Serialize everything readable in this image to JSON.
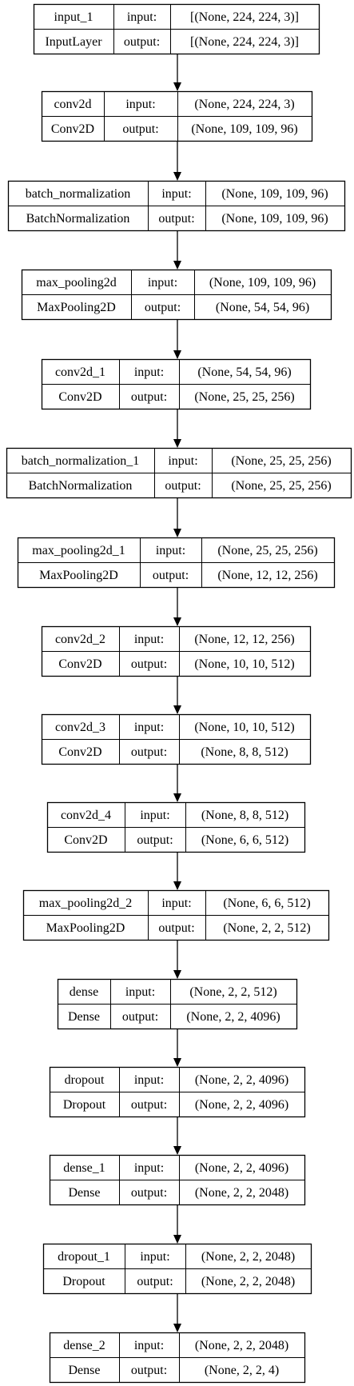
{
  "layers": [
    {
      "name": "input_1",
      "type": "InputLayer",
      "input_label": "input:",
      "output_label": "output:",
      "input": "[(None, 224, 224, 3)]",
      "output": "[(None, 224, 224, 3)]"
    },
    {
      "name": "conv2d",
      "type": "Conv2D",
      "input_label": "input:",
      "output_label": "output:",
      "input": "(None, 224, 224, 3)",
      "output": "(None, 109, 109, 96)"
    },
    {
      "name": "batch_normalization",
      "type": "BatchNormalization",
      "input_label": "input:",
      "output_label": "output:",
      "input": "(None, 109, 109, 96)",
      "output": "(None, 109, 109, 96)"
    },
    {
      "name": "max_pooling2d",
      "type": "MaxPooling2D",
      "input_label": "input:",
      "output_label": "output:",
      "input": "(None, 109, 109, 96)",
      "output": "(None, 54, 54, 96)"
    },
    {
      "name": "conv2d_1",
      "type": "Conv2D",
      "input_label": "input:",
      "output_label": "output:",
      "input": "(None, 54, 54, 96)",
      "output": "(None, 25, 25, 256)"
    },
    {
      "name": "batch_normalization_1",
      "type": "BatchNormalization",
      "input_label": "input:",
      "output_label": "output:",
      "input": "(None, 25, 25, 256)",
      "output": "(None, 25, 25, 256)"
    },
    {
      "name": "max_pooling2d_1",
      "type": "MaxPooling2D",
      "input_label": "input:",
      "output_label": "output:",
      "input": "(None, 25, 25, 256)",
      "output": "(None, 12, 12, 256)"
    },
    {
      "name": "conv2d_2",
      "type": "Conv2D",
      "input_label": "input:",
      "output_label": "output:",
      "input": "(None, 12, 12, 256)",
      "output": "(None, 10, 10, 512)"
    },
    {
      "name": "conv2d_3",
      "type": "Conv2D",
      "input_label": "input:",
      "output_label": "output:",
      "input": "(None, 10, 10, 512)",
      "output": "(None, 8, 8, 512)"
    },
    {
      "name": "conv2d_4",
      "type": "Conv2D",
      "input_label": "input:",
      "output_label": "output:",
      "input": "(None, 8, 8, 512)",
      "output": "(None, 6, 6, 512)"
    },
    {
      "name": "max_pooling2d_2",
      "type": "MaxPooling2D",
      "input_label": "input:",
      "output_label": "output:",
      "input": "(None, 6, 6, 512)",
      "output": "(None, 2, 2, 512)"
    },
    {
      "name": "dense",
      "type": "Dense",
      "input_label": "input:",
      "output_label": "output:",
      "input": "(None, 2, 2, 512)",
      "output": "(None, 2, 2, 4096)"
    },
    {
      "name": "dropout",
      "type": "Dropout",
      "input_label": "input:",
      "output_label": "output:",
      "input": "(None, 2, 2, 4096)",
      "output": "(None, 2, 2, 4096)"
    },
    {
      "name": "dense_1",
      "type": "Dense",
      "input_label": "input:",
      "output_label": "output:",
      "input": "(None, 2, 2, 4096)",
      "output": "(None, 2, 2, 2048)"
    },
    {
      "name": "dropout_1",
      "type": "Dropout",
      "input_label": "input:",
      "output_label": "output:",
      "input": "(None, 2, 2, 2048)",
      "output": "(None, 2, 2, 2048)"
    },
    {
      "name": "dense_2",
      "type": "Dense",
      "input_label": "input:",
      "output_label": "output:",
      "input": "(None, 2, 2, 2048)",
      "output": "(None, 2, 2, 4)"
    }
  ],
  "colors": {
    "line": "#000000",
    "background": "#ffffff",
    "text": "#000000"
  }
}
